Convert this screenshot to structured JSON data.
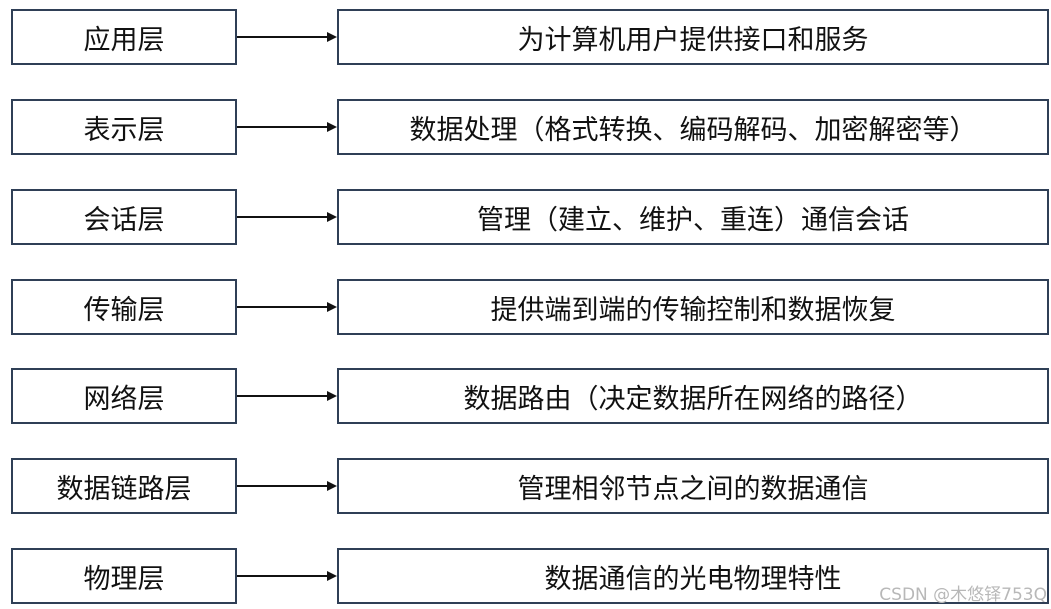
{
  "layers": [
    {
      "name": "应用层",
      "description": "为计算机用户提供接口和服务"
    },
    {
      "name": "表示层",
      "description": "数据处理（格式转换、编码解码、加密解密等）"
    },
    {
      "name": "会话层",
      "description": "管理（建立、维护、重连）通信会话"
    },
    {
      "name": "传输层",
      "description": "提供端到端的传输控制和数据恢复"
    },
    {
      "name": "网络层",
      "description": "数据路由（决定数据所在网络的路径）"
    },
    {
      "name": "数据链路层",
      "description": "管理相邻节点之间的数据通信"
    },
    {
      "name": "物理层",
      "description": "数据通信的光电物理特性"
    }
  ],
  "watermark": "CSDN @木悠铎753Q",
  "colors": {
    "border": "#2f3f56",
    "arrow": "#111111",
    "text": "#111111",
    "watermark": "#b8b8b8"
  }
}
